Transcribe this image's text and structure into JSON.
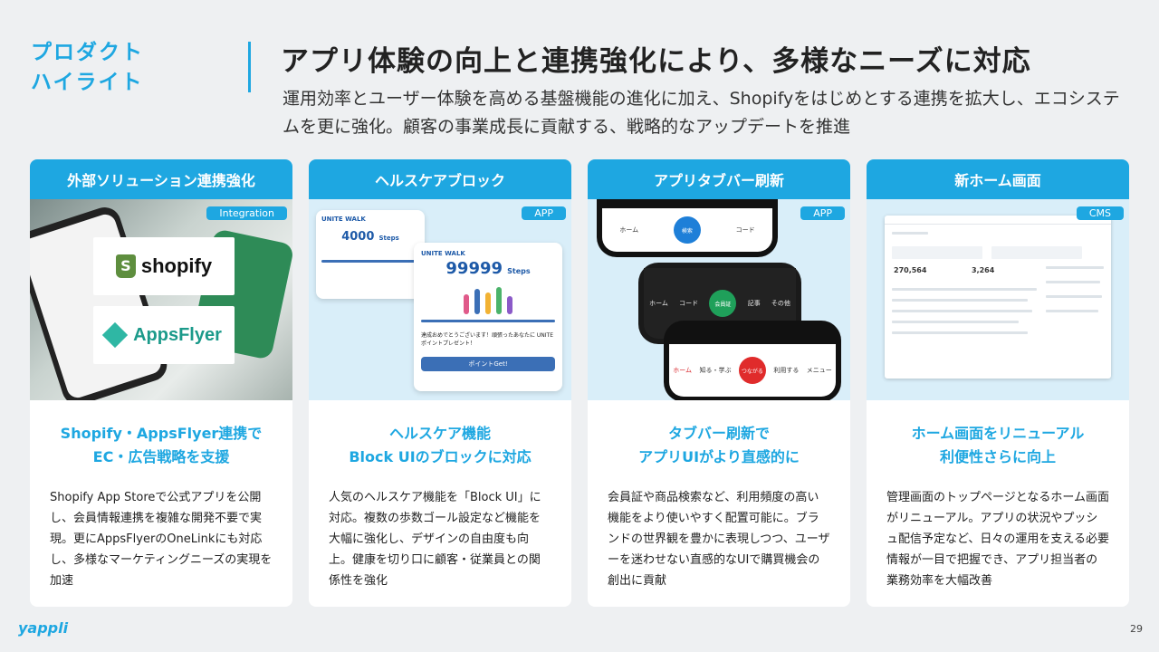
{
  "header": {
    "section_label": "プロダクト\nハイライト",
    "title": "アプリ体験の向上と連携強化により、多様なニーズに対応",
    "subtitle": "運用効率とユーザー体験を高める基盤機能の進化に加え、Shopifyをはじめとする連携を拡大し、エコシステムを更に強化。顧客の事業成長に貢献する、戦略的なアップデートを推進"
  },
  "cards": [
    {
      "heading": "外部ソリューション連携強化",
      "tag": "Integration",
      "logos": [
        "shopify",
        "AppsFlyer"
      ],
      "subtitle": "Shopify・AppsFlyer連携で\nEC・広告戦略を支援",
      "body": "Shopify App Storeで公式アプリを公開し、会員情報連携を複雑な開発不要で実現。更にAppsFlyerのOneLinkにも対応し、多様なマーケティングニーズの実現を加速"
    },
    {
      "heading": "ヘルスケアブロック",
      "tag": "APP",
      "mock": {
        "app_name": "UNITE WALK",
        "steps_small": "4000",
        "steps_large": "99999",
        "steps_unit": "Steps",
        "message": "達成おめでとうございます！頑張ったあなたに UNITE ポイントプレゼント！",
        "button": "ポイントGet!"
      },
      "subtitle": "ヘルスケア機能\nBlock UIのブロックに対応",
      "body": "人気のヘルスケア機能を「Block UI」に対応。複数の歩数ゴール設定など機能を大幅に強化し、デザインの自由度も向上。健康を切り口に顧客・従業員との関係性を強化"
    },
    {
      "heading": "アプリタブバー刷新",
      "tag": "APP",
      "mock": {
        "bar1": [
          "ホーム",
          "検索",
          "コード"
        ],
        "bar2": [
          "ホーム",
          "コード",
          "会員証",
          "記事",
          "その他"
        ],
        "bar3": [
          "ホーム",
          "知る・学ぶ",
          "つながる",
          "利用する",
          "メニュー"
        ]
      },
      "subtitle": "タブバー刷新で\nアプリUIがより直感的に",
      "body": "会員証や商品検索など、利用頻度の高い機能をより使いやすく配置可能に。ブランドの世界観を豊かに表現しつつ、ユーザーを迷わせない直感的なUIで購買機会の創出に貢献"
    },
    {
      "heading": "新ホーム画面",
      "tag": "CMS",
      "mock": {
        "stat1": "270,564",
        "stat2": "3,264"
      },
      "subtitle": "ホーム画面をリニューアル\n利便性さらに向上",
      "body": "管理画面のトップページとなるホーム画面がリニューアル。アプリの状況やプッシュ配信予定など、日々の運用を支える必要情報が一目で把握でき、アプリ担当者の業務効率を大幅改善"
    }
  ],
  "footer": {
    "logo": "yappli",
    "page": "29"
  },
  "colors": {
    "accent": "#1ea7e1",
    "background": "#eef0f2"
  }
}
